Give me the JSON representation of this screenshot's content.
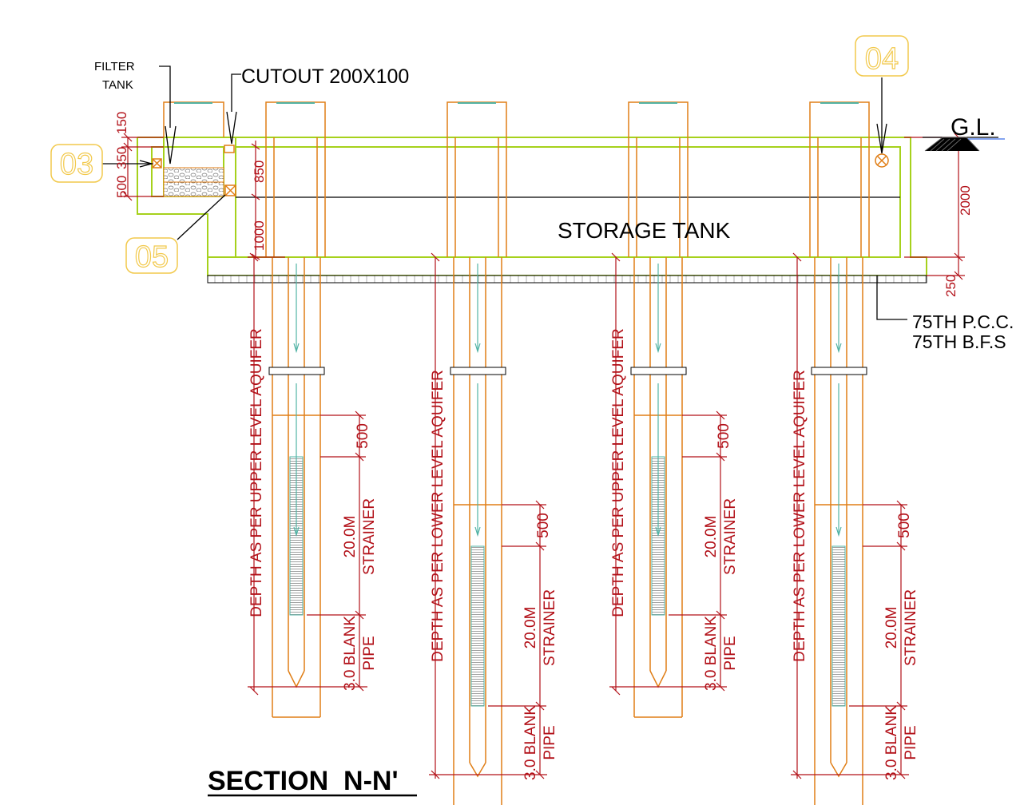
{
  "title": "SECTION  N-N'",
  "labels": {
    "filter_tank_1": "FILTER",
    "filter_tank_2": "TANK",
    "cutout": "CUTOUT 200X100",
    "ground_level": "G.L.",
    "storage_tank": "STORAGE TANK",
    "pcc": "75TH P.C.C.",
    "bf": "75TH B.F.S"
  },
  "tags": {
    "t03": "03",
    "t04": "04",
    "t05": "05"
  },
  "dims": {
    "d150": "150",
    "d350": "350",
    "d500": "500",
    "d850": "850",
    "d1000": "1000",
    "d2000": "2000",
    "d250": "250"
  },
  "wells": [
    {
      "depth": "DEPTH AS PER UPPER LEVEL AQUIFER",
      "blank": "500",
      "strainer_len": "20.0M",
      "strainer": "STRAINER",
      "pipe_len": "3.0 BLANK",
      "pipe": "PIPE"
    },
    {
      "depth": "DEPTH AS PER LOWER LEVEL AQUIFER",
      "blank": "500",
      "strainer_len": "20.0M",
      "strainer": "STRAINER",
      "pipe_len": "3.0 BLANK",
      "pipe": "PIPE"
    },
    {
      "depth": "DEPTH AS PER UPPER LEVEL AQUIFER",
      "blank": "500",
      "strainer_len": "20.0M",
      "strainer": "STRAINER",
      "pipe_len": "3.0 BLANK",
      "pipe": "PIPE"
    },
    {
      "depth": "DEPTH AS PER LOWER LEVEL AQUIFER",
      "blank": "500",
      "strainer_len": "20.0M",
      "strainer": "STRAINER",
      "pipe_len": "3.0 BLANK",
      "pipe": "PIPE"
    }
  ],
  "colors": {
    "tank_outline": "#a6d11c",
    "pipe": "#e07e16",
    "dimension": "#b21018",
    "tag": "#f2c94c",
    "flow": "#52b3a5",
    "line": "#000000"
  }
}
